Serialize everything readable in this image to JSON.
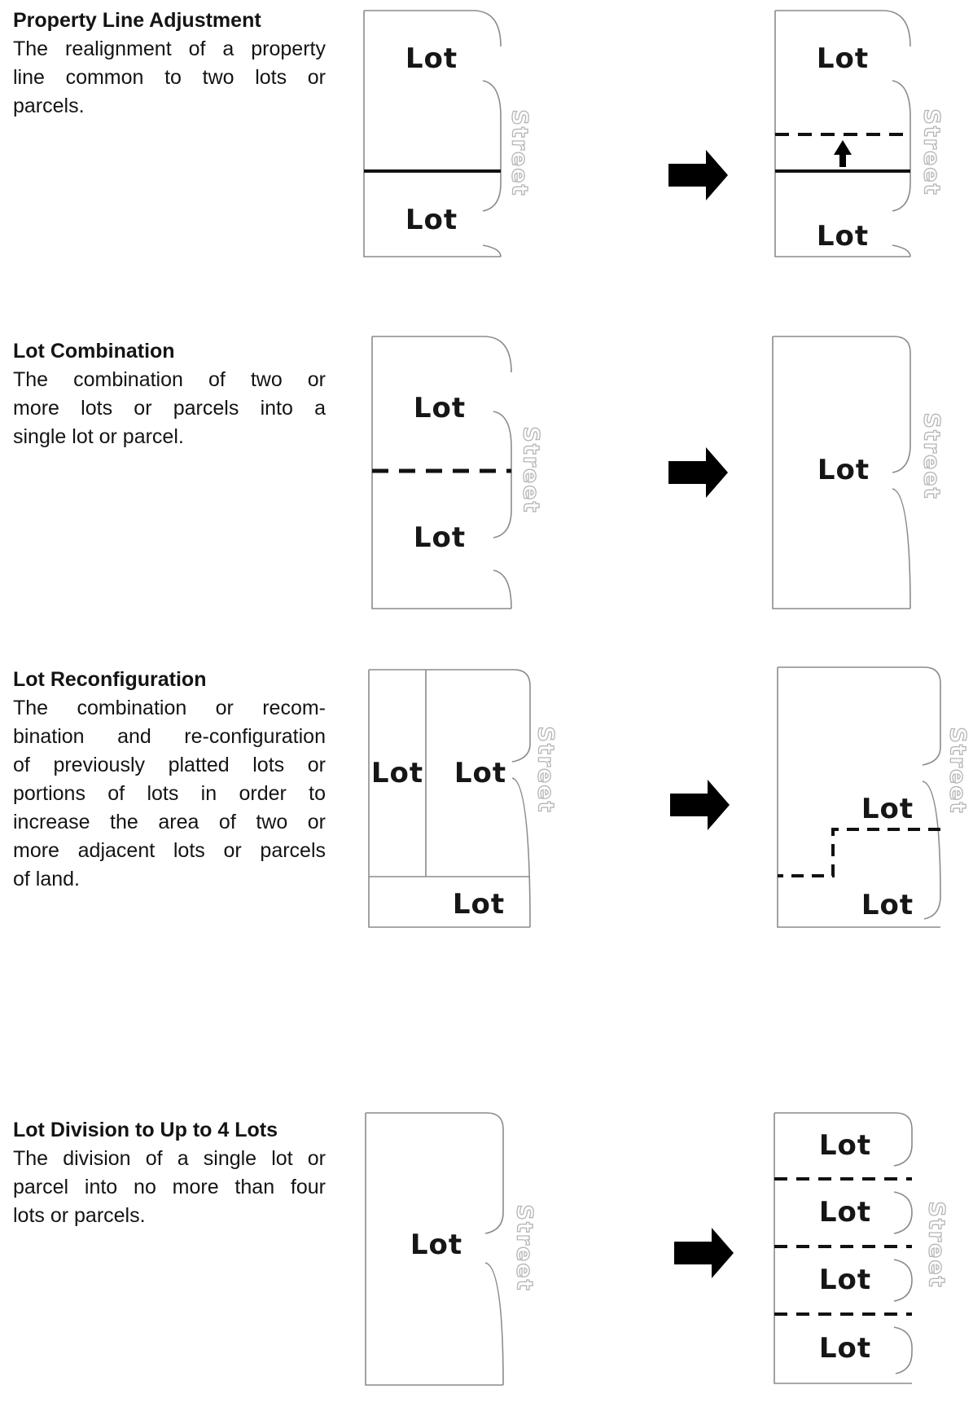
{
  "labels": {
    "lot": "Lot",
    "street": "Street"
  },
  "colors": {
    "background": "#ffffff",
    "parcel_outline": "#8b8b8b",
    "property_line": "#111111",
    "street_text_outline": "#b5b5b5",
    "arrow": "#000000"
  },
  "rows": [
    {
      "id": "property-line-adjustment",
      "title": "Property Line Adjustment",
      "body_lines": [
        "The realignment of a property",
        "line common to two lots or",
        "parcels."
      ],
      "before": {
        "lots": [
          "Lot",
          "Lot"
        ],
        "divider": "solid"
      },
      "after": {
        "lots": [
          "Lot",
          "Lot"
        ],
        "divider": "solid-old-plus-dashed-new-shifted-up"
      }
    },
    {
      "id": "lot-combination",
      "title": "Lot Combination",
      "body_lines": [
        "The combination of two or",
        "more lots or parcels into a",
        "single lot or parcel."
      ],
      "before": {
        "lots": [
          "Lot",
          "Lot"
        ],
        "divider": "dashed"
      },
      "after": {
        "lots": [
          "Lot"
        ],
        "divider": "none"
      }
    },
    {
      "id": "lot-reconfiguration",
      "title": "Lot Reconfiguration",
      "body_lines": [
        "The combination or recom-",
        "bination and re-configuration",
        "of previously platted lots or",
        "portions of lots in order to",
        "increase the area of two or",
        "more adjacent lots or parcels",
        "of land."
      ],
      "before": {
        "lots": [
          "Lot",
          "Lot",
          "Lot"
        ],
        "divider": "solid-grid"
      },
      "after": {
        "lots": [
          "Lot",
          "Lot"
        ],
        "divider": "dashed-stepped"
      }
    },
    {
      "id": "lot-division",
      "title": "Lot Division to Up to 4 Lots",
      "body_lines": [
        "The division of a single lot or",
        "parcel into no more than four",
        "lots or parcels."
      ],
      "before": {
        "lots": [
          "Lot"
        ],
        "divider": "none"
      },
      "after": {
        "lots": [
          "Lot",
          "Lot",
          "Lot",
          "Lot"
        ],
        "divider": "three-dashed"
      }
    }
  ]
}
